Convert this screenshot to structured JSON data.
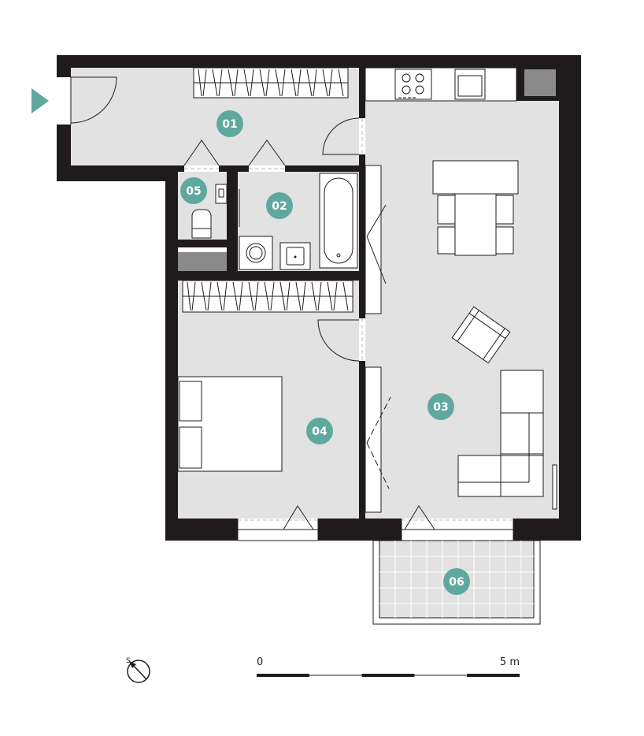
{
  "colors": {
    "wall": "#1f1b1c",
    "floor": "#e2e2e2",
    "badge": "#5fa89e",
    "storage": "#8a8a8a",
    "entrance": "#5fa89e"
  },
  "rooms": [
    {
      "id": "01",
      "label": "01"
    },
    {
      "id": "02",
      "label": "02"
    },
    {
      "id": "03",
      "label": "03"
    },
    {
      "id": "04",
      "label": "04"
    },
    {
      "id": "05",
      "label": "05"
    },
    {
      "id": "06",
      "label": "06"
    }
  ],
  "scale": {
    "start_label": "0",
    "end_label": "5 m",
    "segments": 5
  },
  "compass": {
    "icon": "north-arrow-icon",
    "letter": "S"
  },
  "entrance_icon": "entrance-arrow-icon"
}
